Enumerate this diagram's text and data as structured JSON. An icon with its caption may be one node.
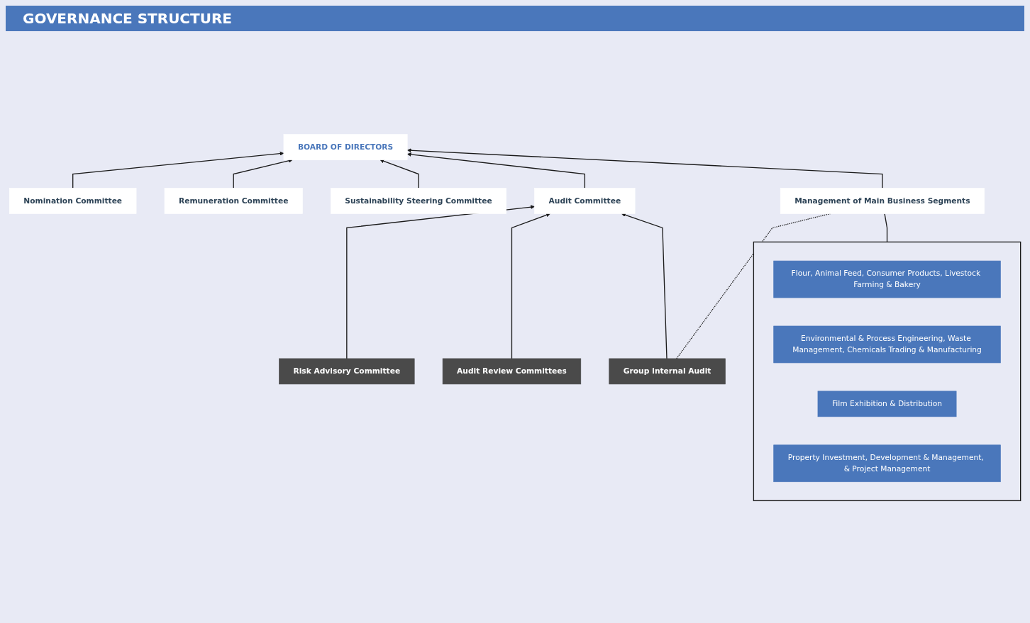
{
  "diagram": {
    "title": "GOVERNANCE STRUCTURE",
    "nodes": [
      {
        "text": [
          "BOARD OF DIRECTORS"
        ]
      },
      {
        "text": [
          "Nomination Committee"
        ]
      },
      {
        "text": [
          "Remuneration Committee"
        ]
      },
      {
        "text": [
          "Sustainability Steering Committee"
        ]
      },
      {
        "text": [
          "Audit Committee"
        ]
      },
      {
        "text": [
          "Risk Advisory Committee"
        ]
      },
      {
        "text": [
          "Audit Review Committees"
        ]
      },
      {
        "text": [
          "Group Internal Audit"
        ]
      },
      {
        "text": [
          "Management of Main Business Segments"
        ]
      },
      {
        "text": [],
        "shape": "box"
      },
      {
        "text": [
          "Flour, Animal Feed, Consumer Products, Livestock Farming & Bakery"
        ],
        "in": 9
      },
      {
        "text": [
          "Environmental & Process Engineering, Waste Management, Chemicals Trading & Manufacturing"
        ],
        "in": 9
      },
      {
        "text": [
          "Film Exhibition & Distribution"
        ],
        "in": 9
      },
      {
        "text": [
          "Property Investment, Development & Management, & Project Management"
        ],
        "in": 9
      }
    ],
    "edges": [
      {
        "from": 1,
        "to": 0,
        "arrow": "to"
      },
      {
        "from": 2,
        "to": 0,
        "arrow": "to"
      },
      {
        "from": 3,
        "to": 0,
        "arrow": "to"
      },
      {
        "from": 4,
        "to": 0,
        "arrow": "to"
      },
      {
        "from": 5,
        "to": 4,
        "arrow": "to"
      },
      {
        "from": 6,
        "to": 4,
        "arrow": "to"
      },
      {
        "from": 7,
        "to": 4,
        "arrow": "to"
      },
      {
        "from": 8,
        "to": 0,
        "arrow": "to"
      },
      {
        "from": 7,
        "to": 8,
        "arrow": "none",
        "style": "dashed"
      },
      {
        "from": 9,
        "to": 8,
        "arrow": "none"
      }
    ]
  }
}
